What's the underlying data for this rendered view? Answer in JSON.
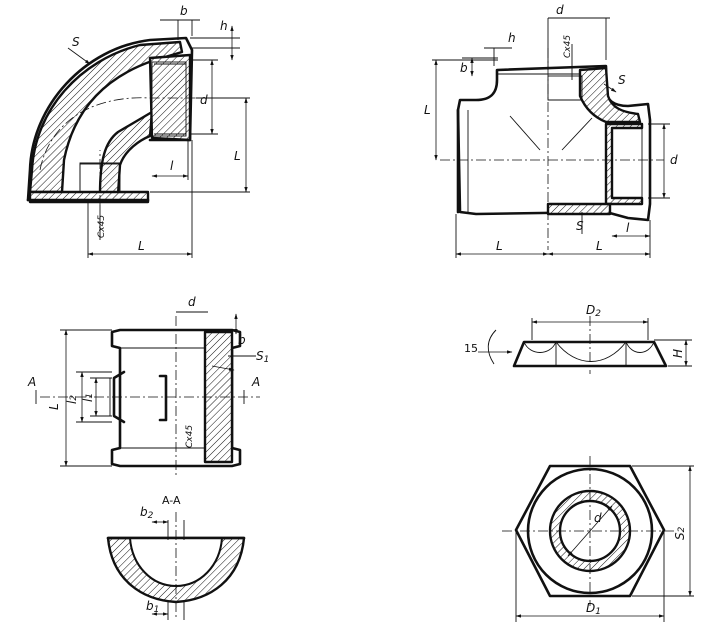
{
  "elbow": {
    "b": "b",
    "h": "h",
    "s": "S",
    "d": "d",
    "l": "l",
    "L_vertical": "L",
    "L_horizontal": "L",
    "chamfer": "Cx45"
  },
  "tee": {
    "d_top": "d",
    "b": "b",
    "h": "h",
    "chamfer": "Cx45",
    "s": "S",
    "L_vertical": "L",
    "d_right": "d",
    "s_bottom": "S",
    "l": "l",
    "L_left": "L",
    "L_right": "L"
  },
  "coupling": {
    "d": "d",
    "b": "b",
    "s": "S",
    "s_sub": "1",
    "section_mark_left": "A",
    "section_mark_right": "A",
    "L": "L",
    "l2": "l",
    "l2_sub": "2",
    "l1": "l",
    "l1_sub": "1",
    "chamfer": "Cx45"
  },
  "section": {
    "title": "A-A",
    "b2": "b",
    "b2_sub": "2",
    "b1": "b",
    "b1_sub": "1"
  },
  "locknut_side": {
    "D2": "D",
    "D2_sub": "2",
    "angle": "15",
    "H": "H"
  },
  "locknut_plan": {
    "d": "d",
    "S2": "S",
    "S2_sub": "2",
    "D1": "D",
    "D1_sub": "1"
  }
}
